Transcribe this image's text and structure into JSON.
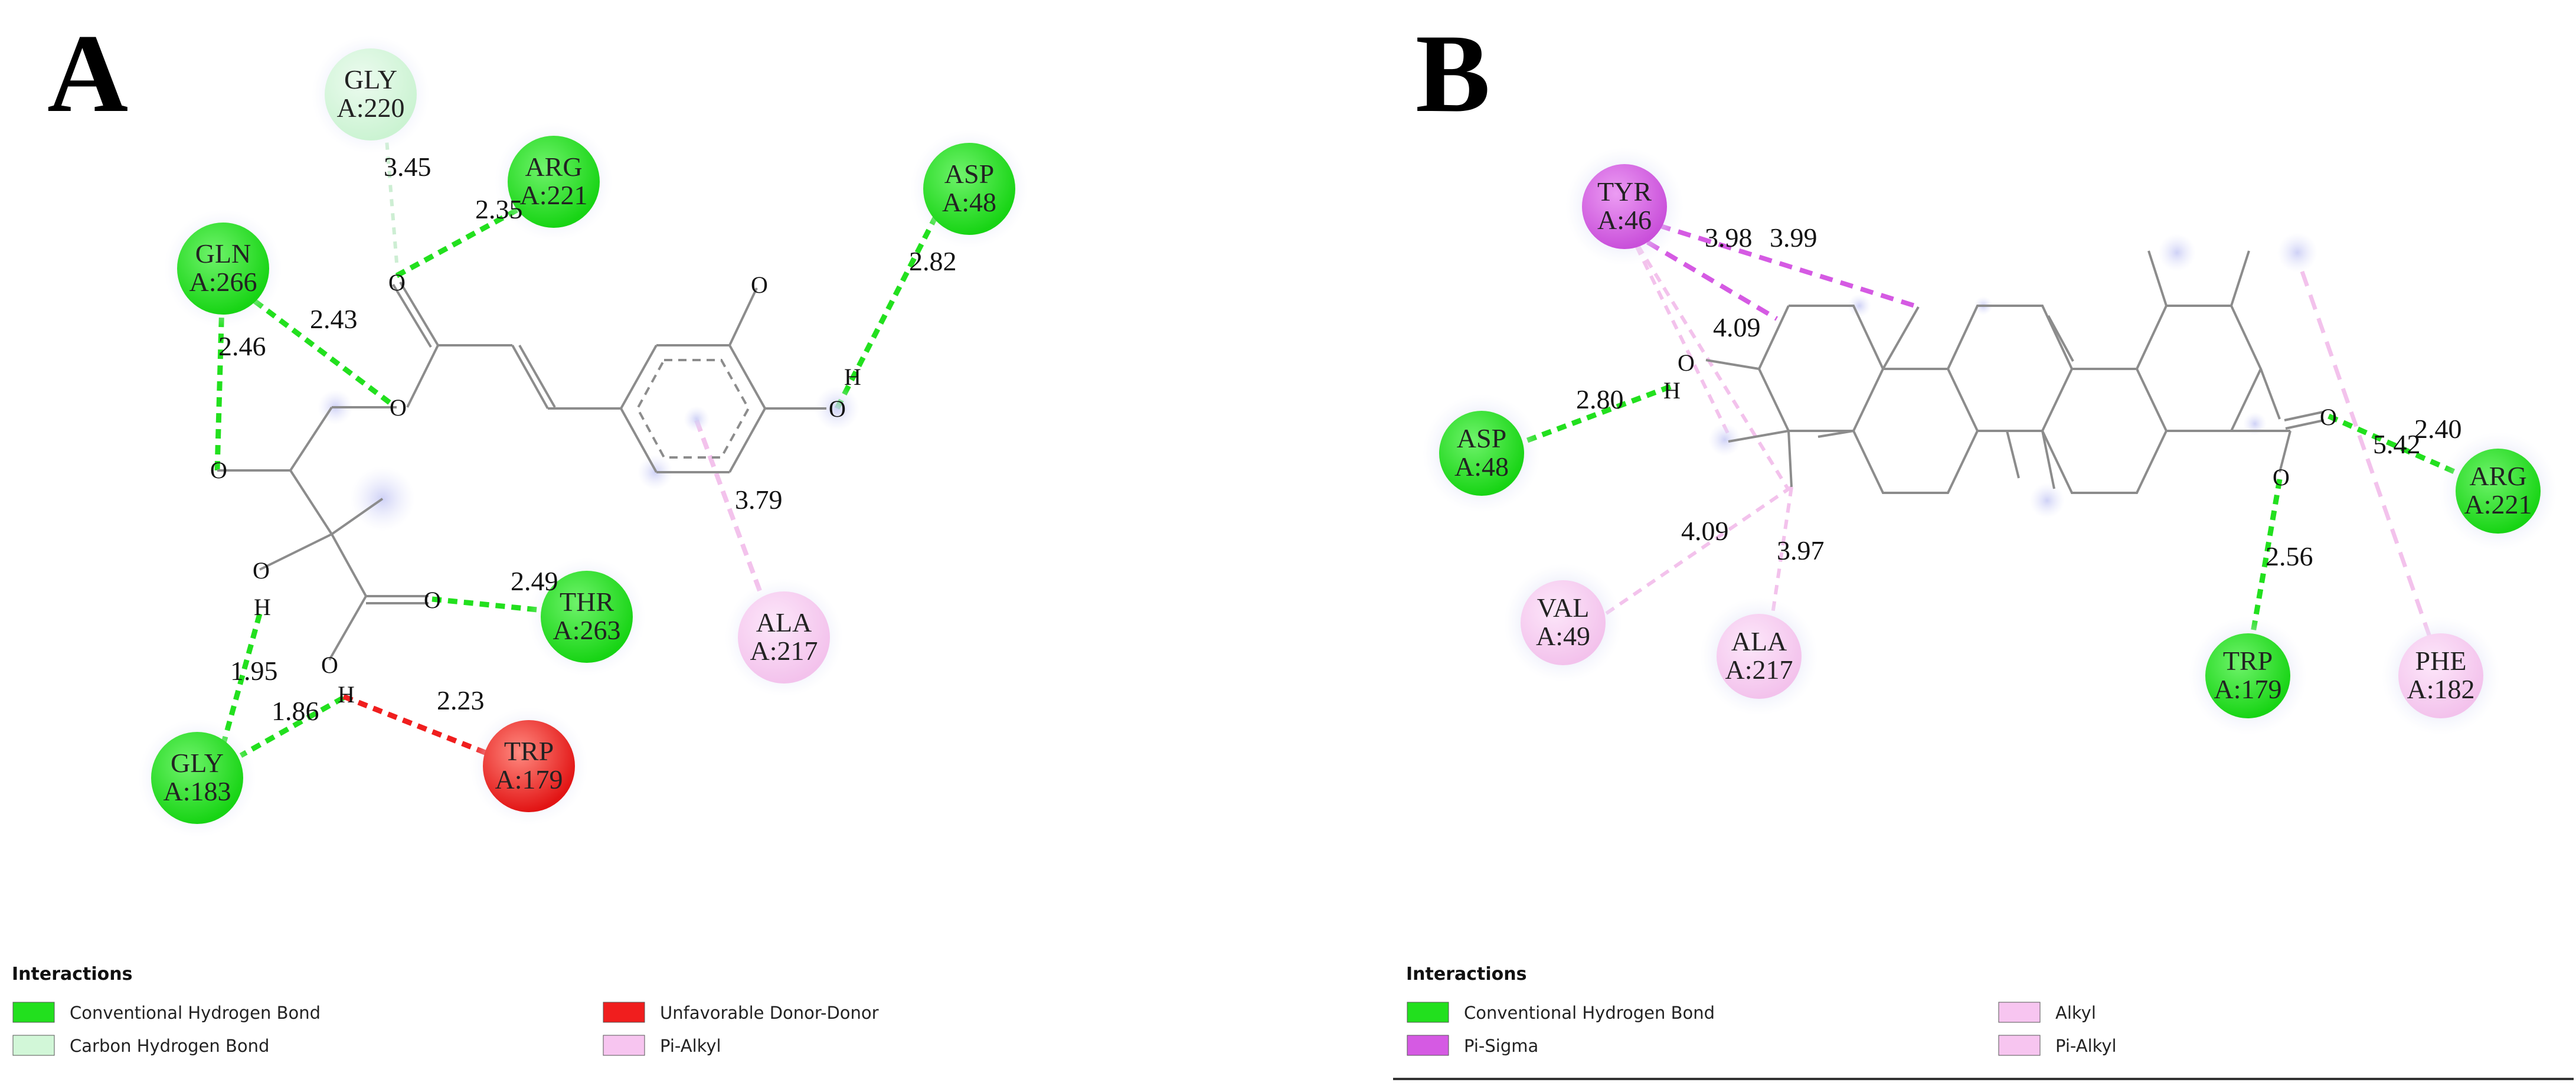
{
  "colors": {
    "conventional_hbond": "#22e01e",
    "carbon_hbond": "#d2f7d8",
    "unfavorable": "#f01e1e",
    "pi_alkyl": "#f7c5f0",
    "alkyl": "#f7c5f0",
    "pi_sigma": "#d55ae3",
    "bond_gray": "#8c8c8c"
  },
  "panels": [
    {
      "letter": "A",
      "legend": {
        "title": "Interactions",
        "items": [
          {
            "label": "Conventional Hydrogen Bond",
            "type": "conventional_hbond"
          },
          {
            "label": "Carbon Hydrogen Bond",
            "type": "carbon_hbond"
          },
          {
            "label": "Unfavorable Donor-Donor",
            "type": "unfavorable"
          },
          {
            "label": "Pi-Alkyl",
            "type": "pi_alkyl"
          }
        ]
      },
      "residues": [
        {
          "name": "GLY",
          "chain": "A:220",
          "type": "carbon_hbond"
        },
        {
          "name": "ARG",
          "chain": "A:221",
          "type": "conventional_hbond"
        },
        {
          "name": "ASP",
          "chain": "A:48",
          "type": "conventional_hbond"
        },
        {
          "name": "GLN",
          "chain": "A:266",
          "type": "conventional_hbond"
        },
        {
          "name": "THR",
          "chain": "A:263",
          "type": "conventional_hbond"
        },
        {
          "name": "ALA",
          "chain": "A:217",
          "type": "pi_alkyl"
        },
        {
          "name": "GLY",
          "chain": "A:183",
          "type": "conventional_hbond"
        },
        {
          "name": "TRP",
          "chain": "A:179",
          "type": "unfavorable"
        }
      ],
      "distances": [
        "3.45",
        "2.35",
        "2.82",
        "2.43",
        "2.46",
        "3.79",
        "2.49",
        "1.95",
        "1.86",
        "2.23"
      ],
      "atoms": [
        "O",
        "O",
        "O",
        "O",
        "O",
        "O",
        "O",
        "H",
        "H",
        "H",
        "O"
      ]
    },
    {
      "letter": "B",
      "legend": {
        "title": "Interactions",
        "items": [
          {
            "label": "Conventional Hydrogen Bond",
            "type": "conventional_hbond"
          },
          {
            "label": "Pi-Sigma",
            "type": "pi_sigma"
          },
          {
            "label": "Alkyl",
            "type": "alkyl"
          },
          {
            "label": "Pi-Alkyl",
            "type": "pi_alkyl"
          }
        ]
      },
      "residues": [
        {
          "name": "TYR",
          "chain": "A:46",
          "type": "pi_sigma"
        },
        {
          "name": "ASP",
          "chain": "A:48",
          "type": "conventional_hbond"
        },
        {
          "name": "ARG",
          "chain": "A:221",
          "type": "conventional_hbond"
        },
        {
          "name": "VAL",
          "chain": "A:49",
          "type": "alkyl"
        },
        {
          "name": "ALA",
          "chain": "A:217",
          "type": "alkyl"
        },
        {
          "name": "TRP",
          "chain": "A:179",
          "type": "conventional_hbond"
        },
        {
          "name": "PHE",
          "chain": "A:182",
          "type": "alkyl"
        }
      ],
      "distances": [
        "3.98",
        "3.99",
        "4.09",
        "2.80",
        "2.40",
        "5.42",
        "4.09",
        "3.97",
        "2.56"
      ],
      "atoms": [
        "O",
        "H",
        "O",
        "O"
      ]
    }
  ]
}
